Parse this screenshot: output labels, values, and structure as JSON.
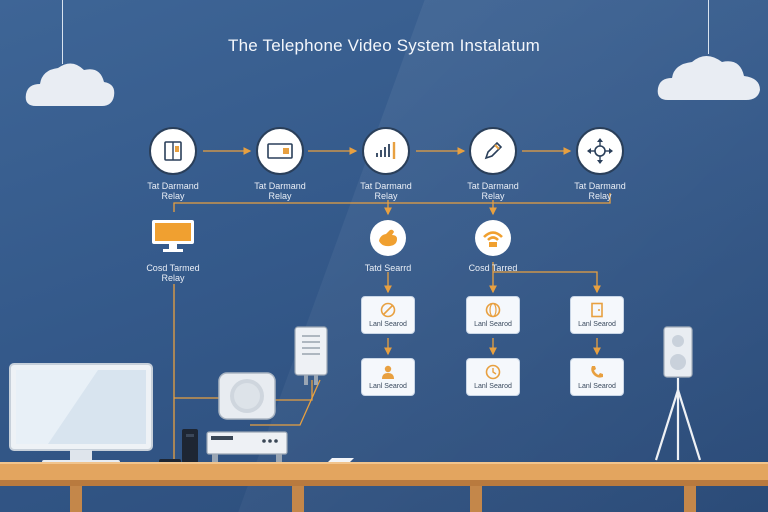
{
  "title": "The Telephone Video System Instalatum",
  "colors": {
    "background": "#34598a",
    "accent": "#f0a030",
    "connector": "#e8a040",
    "desk": "#e3a55f"
  },
  "top_nodes": [
    {
      "icon": "device-panel-icon",
      "line1": "Tat Darmand",
      "line2": "Relay"
    },
    {
      "icon": "video-box-icon",
      "line1": "Tat Darmand",
      "line2": "Relay"
    },
    {
      "icon": "signal-bars-icon",
      "line1": "Tat Darmand",
      "line2": "Relay"
    },
    {
      "icon": "pen-tool-icon",
      "line1": "Tat Darmand",
      "line2": "Relay"
    },
    {
      "icon": "network-hub-icon",
      "line1": "Tat Darmand",
      "line2": "Relay"
    }
  ],
  "mid_nodes": [
    {
      "icon": "monitor-icon",
      "line1": "Cosd Tarmed",
      "line2": "Relay"
    },
    {
      "icon": "hand-icon",
      "line1": "Tatd Searrd",
      "line2": ""
    },
    {
      "icon": "wifi-icon",
      "line1": "Cosd Tarred",
      "line2": ""
    }
  ],
  "cards_row1": [
    {
      "icon": "no-signal-icon",
      "caption": "Lanl Searod"
    },
    {
      "icon": "globe-icon",
      "caption": "Lanl Searod"
    },
    {
      "icon": "door-icon",
      "caption": "Lanl Searod"
    }
  ],
  "cards_row2": [
    {
      "icon": "person-icon",
      "caption": "Lanl Searod"
    },
    {
      "icon": "clock-icon",
      "caption": "Lanl Searod"
    },
    {
      "icon": "phone-icon",
      "caption": "Lanl Searod"
    }
  ]
}
